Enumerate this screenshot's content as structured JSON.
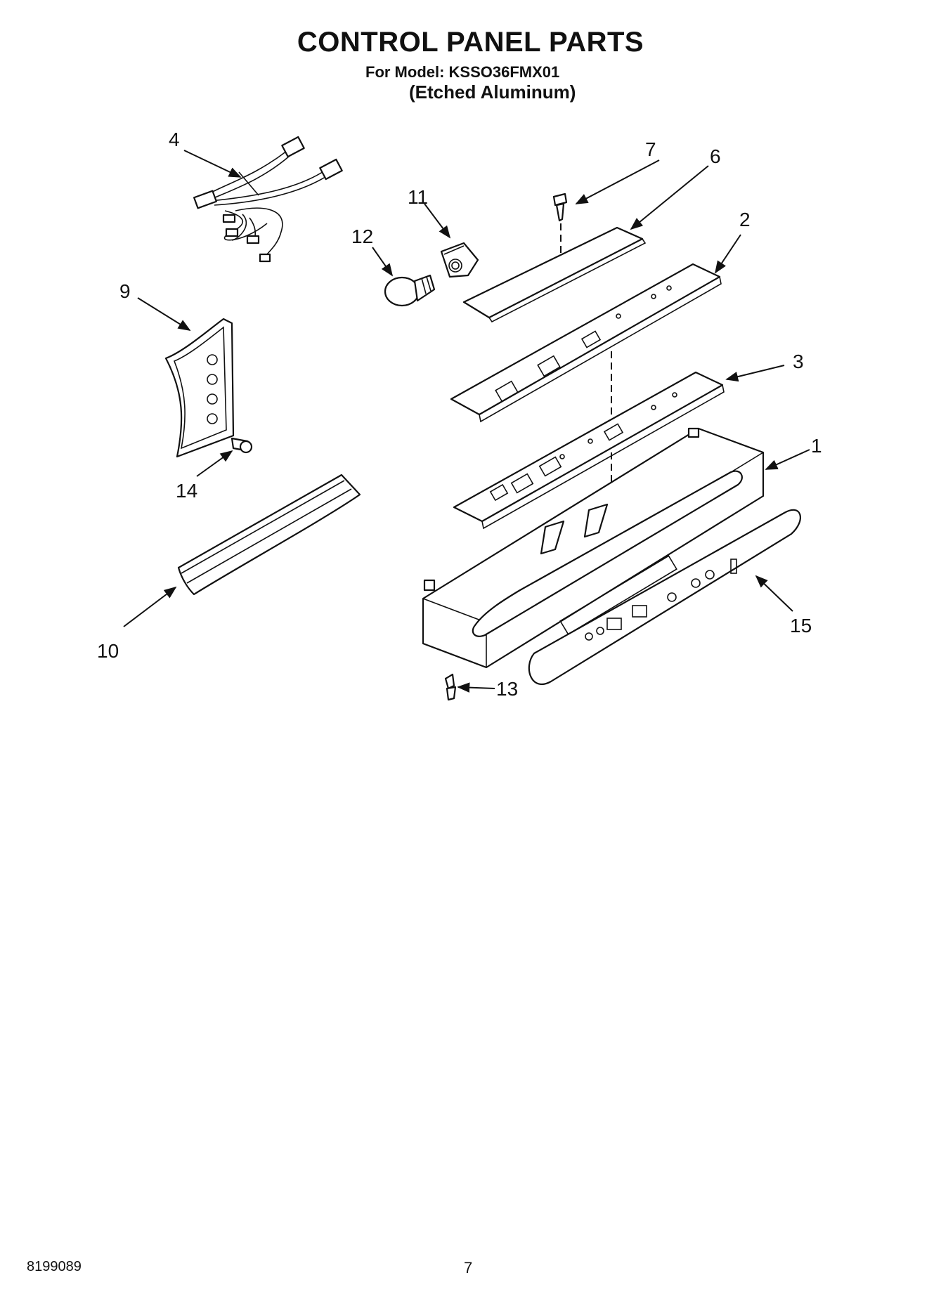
{
  "header": {
    "title": "CONTROL PANEL PARTS",
    "model_line": "For Model: KSSO36FMX01",
    "variant": "(Etched Aluminum)"
  },
  "callouts": {
    "c1": "1",
    "c2": "2",
    "c3": "3",
    "c4": "4",
    "c6": "6",
    "c7": "7",
    "c9": "9",
    "c10": "10",
    "c11": "11",
    "c12": "12",
    "c13": "13",
    "c14": "14",
    "c15": "15"
  },
  "footer": {
    "doc_number": "8199089",
    "page_number": "7"
  }
}
